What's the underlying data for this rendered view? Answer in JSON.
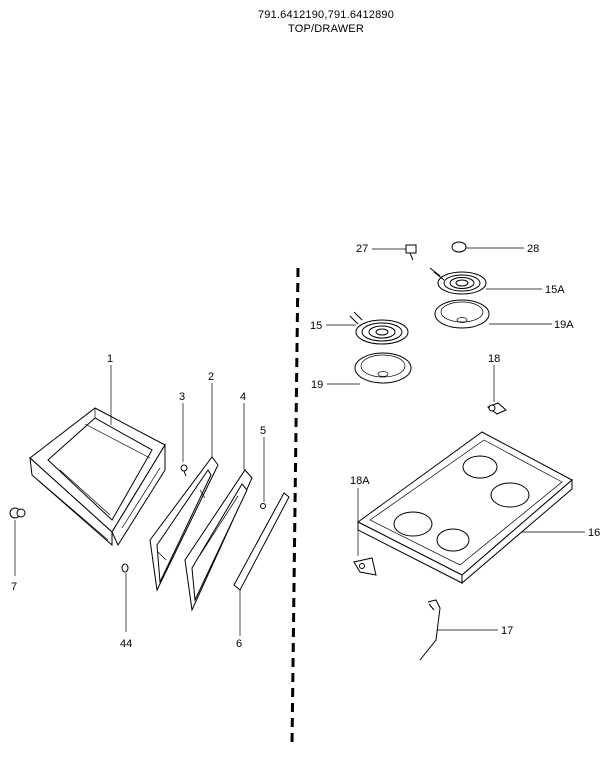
{
  "header": {
    "model_numbers": "791.6412190,791.6412890",
    "section": "TOP/DRAWER"
  },
  "callouts": {
    "c1": "1",
    "c2": "2",
    "c3": "3",
    "c4": "4",
    "c5": "5",
    "c6": "6",
    "c7": "7",
    "c44": "44",
    "c15": "15",
    "c15a": "15A",
    "c16": "16",
    "c17": "17",
    "c18": "18",
    "c18a": "18A",
    "c19": "19",
    "c19a": "19A",
    "c27": "27",
    "c28": "28"
  }
}
